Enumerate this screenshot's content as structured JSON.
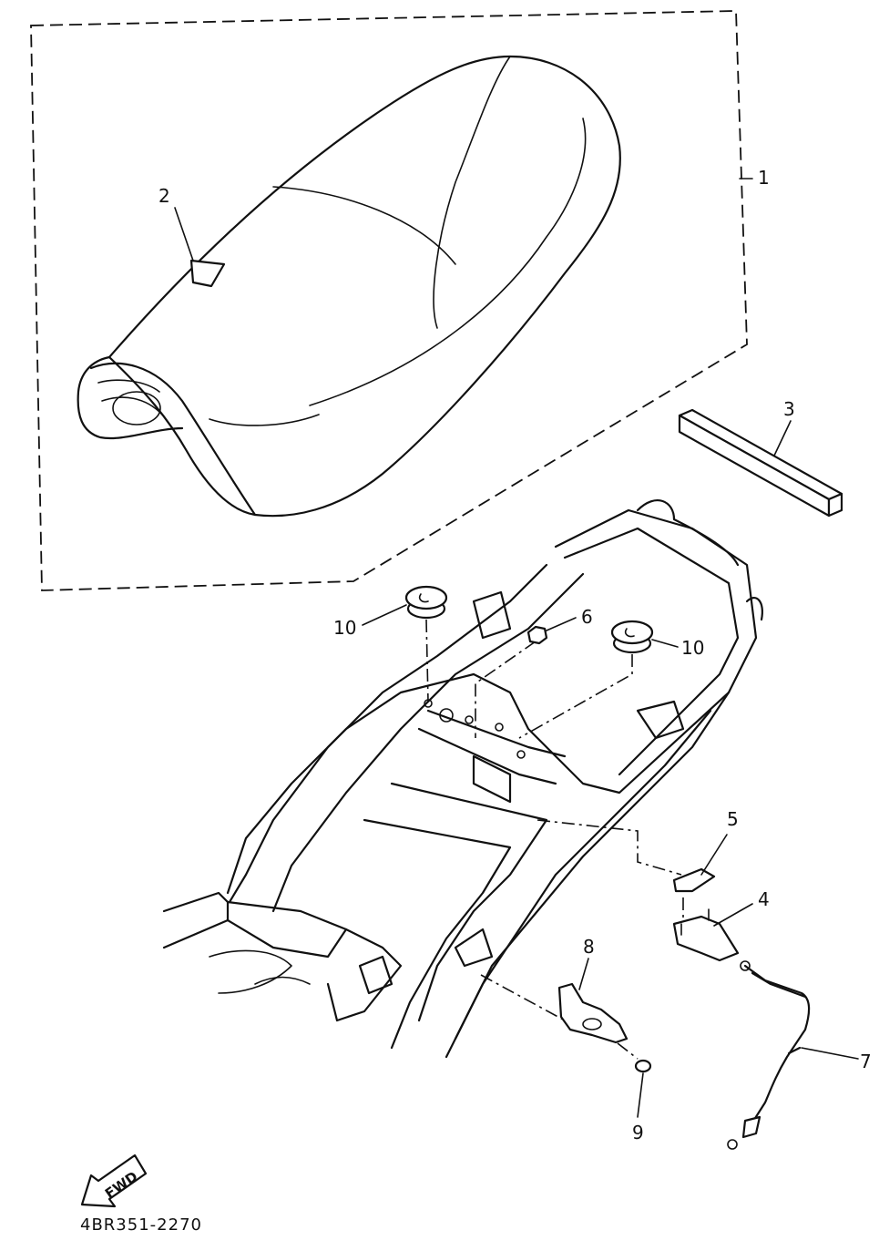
{
  "diagram_code": "4BR351-2270",
  "fwd_label": "FWD",
  "callouts": {
    "c1": "1",
    "c2": "2",
    "c3": "3",
    "c4": "4",
    "c5": "5",
    "c6": "6",
    "c7": "7",
    "c8": "8",
    "c9": "9",
    "c10a": "10",
    "c10b": "10"
  }
}
